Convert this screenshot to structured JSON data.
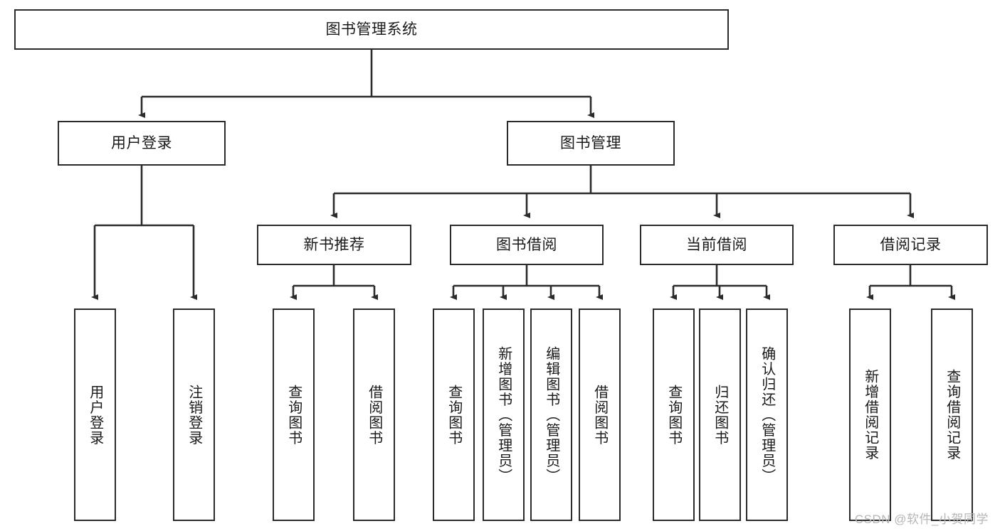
{
  "diagram": {
    "type": "tree-hierarchy",
    "title": "图书管理系统",
    "root": {
      "label": "图书管理系统"
    },
    "level2": [
      {
        "label": "用户登录"
      },
      {
        "label": "图书管理"
      }
    ],
    "level3": [
      {
        "label": "新书推荐"
      },
      {
        "label": "图书借阅"
      },
      {
        "label": "当前借阅"
      },
      {
        "label": "借阅记录"
      }
    ],
    "leaves": {
      "user_login": [
        {
          "label": "用户登录"
        },
        {
          "label": "注销登录"
        }
      ],
      "new_book_recommend": [
        {
          "label": "查询图书"
        },
        {
          "label": "借阅图书"
        }
      ],
      "book_borrow": [
        {
          "label": "查询图书"
        },
        {
          "label": "新增图书（管理员）"
        },
        {
          "label": "编辑图书（管理员）"
        },
        {
          "label": "借阅图书"
        }
      ],
      "current_borrow": [
        {
          "label": "查询图书"
        },
        {
          "label": "归还图书"
        },
        {
          "label": "确认归还（管理员）"
        }
      ],
      "borrow_record": [
        {
          "label": "新增借阅记录"
        },
        {
          "label": "查询借阅记录"
        }
      ]
    }
  },
  "watermark": {
    "text": "CSDN @软件_小贺同学"
  },
  "colors": {
    "stroke": "#2b2b2b",
    "fill": "#ffffff",
    "text": "#1a1a1a",
    "watermark": "#b6b6b6"
  }
}
